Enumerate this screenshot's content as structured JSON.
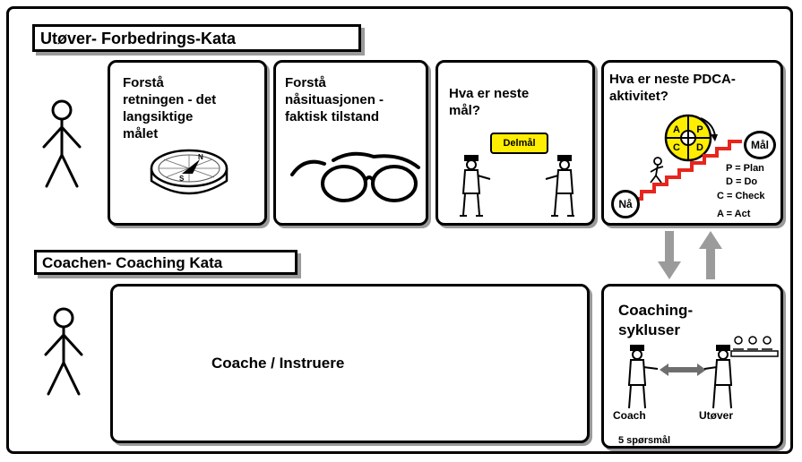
{
  "top_row": {
    "title": "Utøver- Forbedrings-Kata",
    "box1_text": "Forstå\nretningen - det\nlangsiktige\nmålet",
    "box2_text": "Forstå\nnåsituasjonen -\nfaktisk tilstand",
    "box3_text": "Hva er neste\nmål?",
    "box3_badge": "Delmål",
    "box4_text": "Hva er neste PDCA-\naktivitet?",
    "pdca_letters": [
      "A",
      "P",
      "C",
      "D"
    ],
    "start_label": "Nå",
    "goal_label": "Mål",
    "legend": [
      "P = Plan",
      "D = Do",
      "C = Check",
      "A = Act"
    ]
  },
  "bottom_row": {
    "title": "Coachen- Coaching Kata",
    "main_text": "Coache / Instruere",
    "cycle_title": "Coaching-\nsykluser",
    "coach_label": "Coach",
    "learner_label": "Utøver",
    "questions_label": "5 spørsmål"
  },
  "colors": {
    "highlight": "#ffee00",
    "stairs": "#e8251c",
    "arrows": "#9b9b9b"
  }
}
